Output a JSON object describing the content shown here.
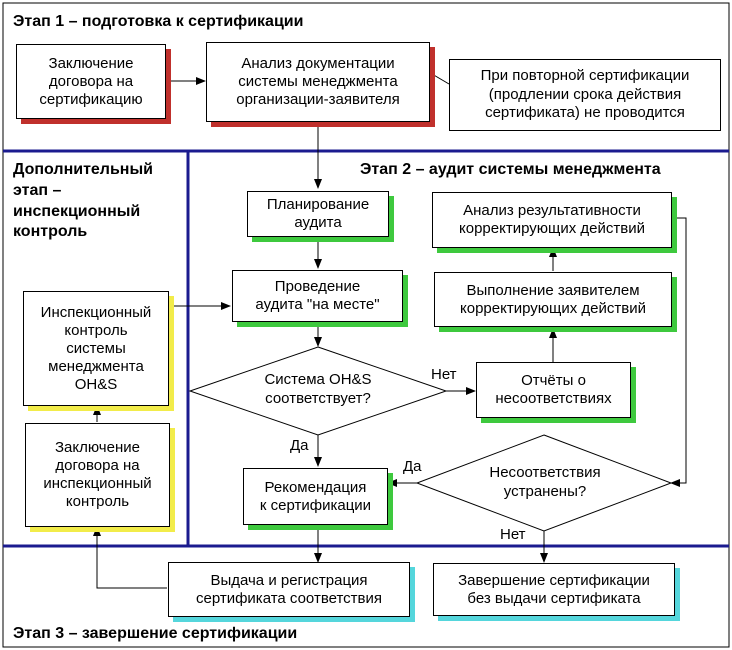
{
  "stages": {
    "stage1": "Этап 1 – подготовка к сертификации",
    "stage2": "Этап 2 – аудит системы менеджмента",
    "stage3": "Этап 3 – завершение сертификации",
    "extra": "Дополнительный\nэтап –\nинспекционный\nконтроль"
  },
  "nodes": {
    "contract": "Заключение\nдоговора на\nсертификацию",
    "doc_analysis": "Анализ документации\nсистемы менеджмента\nорганизации-заявителя",
    "note": "При повторной сертификации\n(продлении срока действия\nсертификата) не проводится",
    "planning": "Планирование\nаудита",
    "onsite": "Проведение\nаудита \"на месте\"",
    "complies": "Система OH&S\nсоответствует?",
    "reports": "Отчёты о\nнесоответствиях",
    "execution": "Выполнение заявителем\nкорректирующих действий",
    "effectiveness": "Анализ  результативности\nкорректирующих действий",
    "fixed": "Несоответствия\nустранены?",
    "recommendation": "Рекомендация\nк сертификации",
    "issue": "Выдача и регистрация\nсертификата соответствия",
    "finish_no_cert": "Завершение сертификации\nбез выдачи сертификата",
    "insp_control": "Инспекционный\nконтроль\nсистемы\nменеджмента\nOH&S",
    "insp_contract": "Заключение\nдоговора на\nинспекционный\nконтроль"
  },
  "edges": {
    "no1": "Нет",
    "yes1": "Да",
    "yes2": "Да",
    "no2": "Нет"
  },
  "colors": {
    "frame_blue": "#1b1b8f",
    "stage1_shadow": "#c0302c",
    "stage2_shadow": "#3ec93e",
    "extra_shadow": "#f2ec4a",
    "stage3_shadow": "#55d6dc"
  }
}
